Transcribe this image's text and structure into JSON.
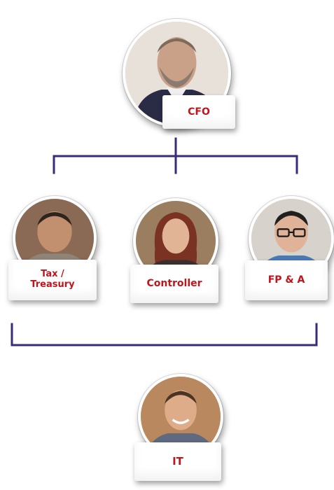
{
  "colors": {
    "label_text": "#c0151d",
    "connector": "#3a2a7a"
  },
  "nodes": {
    "cfo": {
      "label": "CFO",
      "icon": "person-photo-icon"
    },
    "tax": {
      "label": "Tax /\nTreasury",
      "icon": "person-photo-icon"
    },
    "controller": {
      "label": "Controller",
      "icon": "person-photo-icon"
    },
    "fpa": {
      "label": "FP & A",
      "icon": "person-photo-icon"
    },
    "it": {
      "label": "IT",
      "icon": "person-photo-icon"
    }
  }
}
